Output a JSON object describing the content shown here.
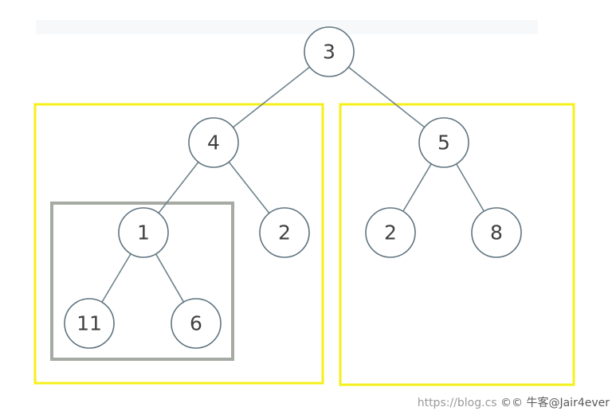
{
  "tree": {
    "nodes": [
      {
        "id": "root",
        "label": "3"
      },
      {
        "id": "left-child",
        "label": "4"
      },
      {
        "id": "right-child",
        "label": "5"
      },
      {
        "id": "left-left",
        "label": "1"
      },
      {
        "id": "left-right",
        "label": "2"
      },
      {
        "id": "right-left",
        "label": "2"
      },
      {
        "id": "right-right",
        "label": "8"
      },
      {
        "id": "left-left-left",
        "label": "11"
      },
      {
        "id": "left-left-right",
        "label": "6"
      }
    ],
    "edges": [
      [
        "root",
        "left-child"
      ],
      [
        "root",
        "right-child"
      ],
      [
        "left-child",
        "left-left"
      ],
      [
        "left-child",
        "left-right"
      ],
      [
        "right-child",
        "right-left"
      ],
      [
        "right-child",
        "right-right"
      ],
      [
        "left-left",
        "left-left-left"
      ],
      [
        "left-left",
        "left-left-right"
      ]
    ]
  },
  "colors": {
    "highlight_box": "#f5f01a",
    "subtree_box": "#a5aaa2",
    "node_stroke": "#5f7480",
    "edge": "#6e838c",
    "node_text": "#404040"
  },
  "watermark": {
    "prefix": "https://blog.cs",
    "brand": "©© 牛客@Jair4ever"
  }
}
